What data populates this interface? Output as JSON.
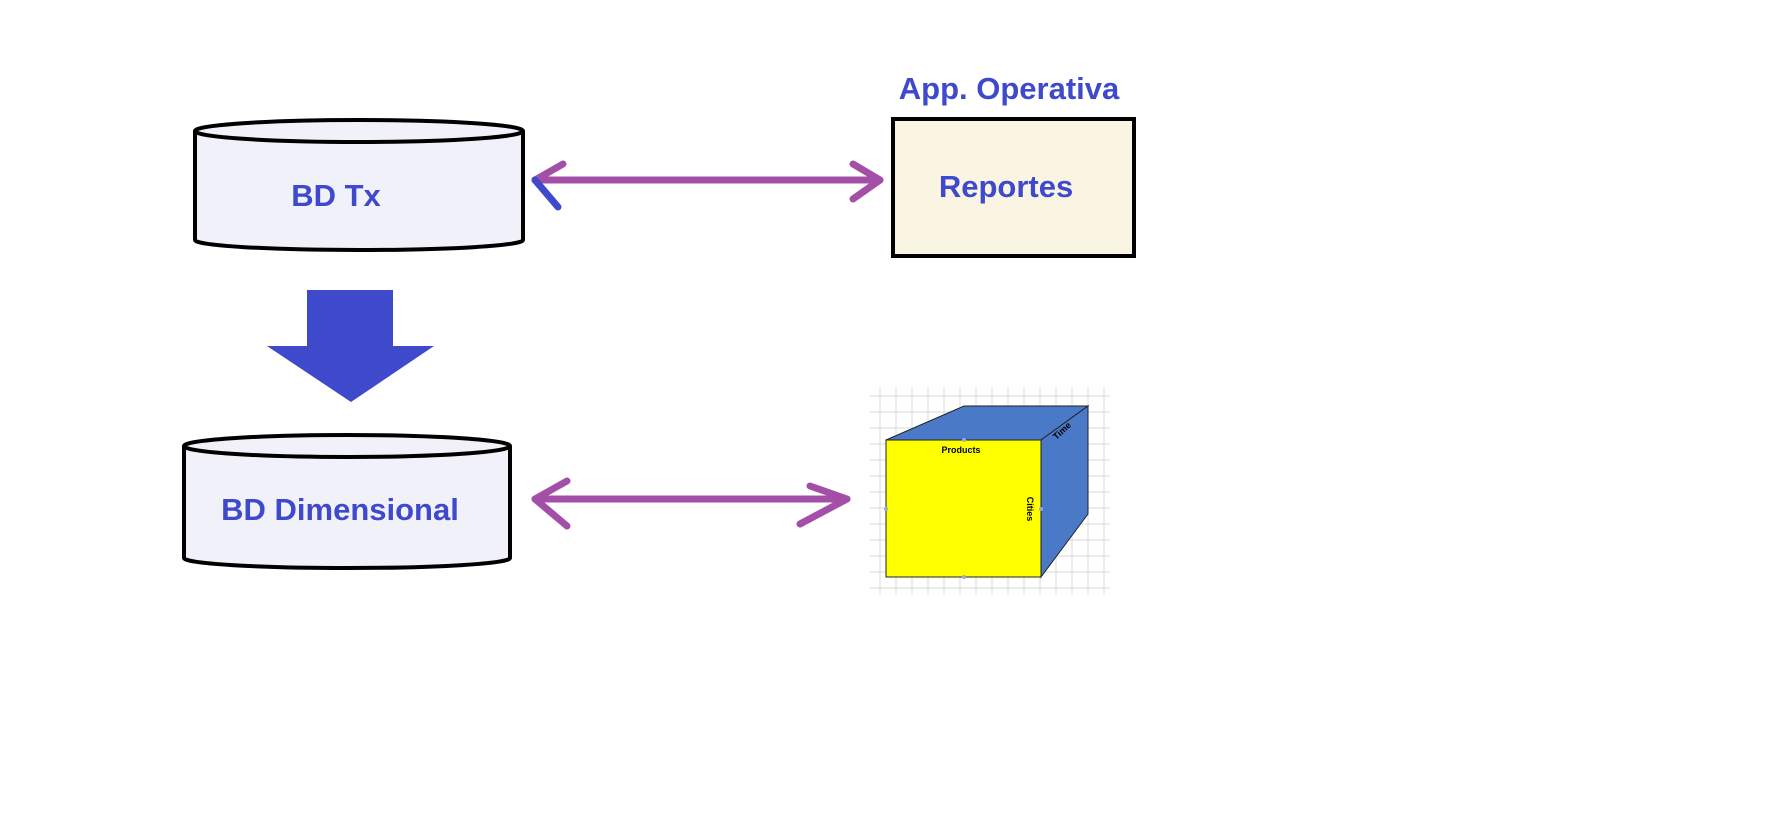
{
  "diagram": {
    "app_title": "App. Operativa",
    "db_tx": {
      "label": "BD Tx"
    },
    "db_dimensional": {
      "label": "BD Dimensional"
    },
    "reports_box": {
      "label": "Reportes"
    },
    "cube": {
      "top_label": "Products",
      "side_label_right": "Cities",
      "side_label_top": "Time"
    }
  },
  "colors": {
    "label_text": "#3F49CC",
    "arrow_purple": "#A34FA8",
    "down_arrow": "#3F49CC",
    "cylinder_fill": "#F1F1F9",
    "report_fill": "#FAF4E3",
    "cube_front": "#FFFF00",
    "cube_side": "#4A79C8",
    "grid": "#D9D9D9"
  }
}
